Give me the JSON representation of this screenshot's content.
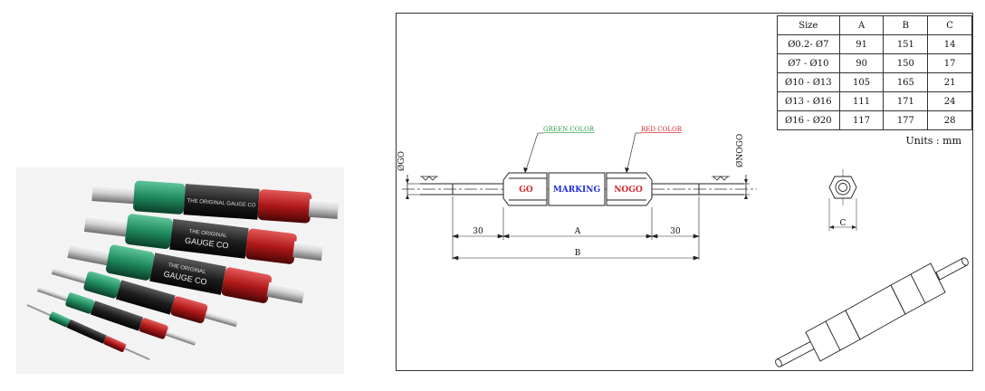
{
  "photo": {
    "gauge_text_1": "THE ORIGINAL GAUGE CO",
    "gauge_text_2": "THE ORIGINAL",
    "gauge_text_3": "GAUGE CO",
    "gauge_text_4": "THE ORIGINAL",
    "gauge_text_5": "GAUGE CO"
  },
  "drawing": {
    "green_color_label": "GREEN COLOR",
    "red_color_label": "RED COLOR",
    "go_label": "GO",
    "marking_label": "MARKING",
    "nogo_label": "NOGO",
    "phi_go_label": "ØGO",
    "phi_nogo_label": "ØNOGO",
    "dim_30_left": "30",
    "dim_a": "A",
    "dim_30_right": "30",
    "dim_b": "B",
    "dim_c": "C",
    "units": "Units : mm",
    "colors": {
      "green": "#2e9d4a",
      "red": "#d0262c",
      "blue": "#1f2fd8"
    }
  },
  "table": {
    "headers": [
      "Size",
      "A",
      "B",
      "C"
    ],
    "rows": [
      [
        "Ø0.2- Ø7",
        "91",
        "151",
        "14"
      ],
      [
        "Ø7  - Ø10",
        "90",
        "150",
        "17"
      ],
      [
        "Ø10 - Ø13",
        "105",
        "165",
        "21"
      ],
      [
        "Ø13 - Ø16",
        "111",
        "171",
        "24"
      ],
      [
        "Ø16 - Ø20",
        "117",
        "177",
        "28"
      ]
    ]
  }
}
